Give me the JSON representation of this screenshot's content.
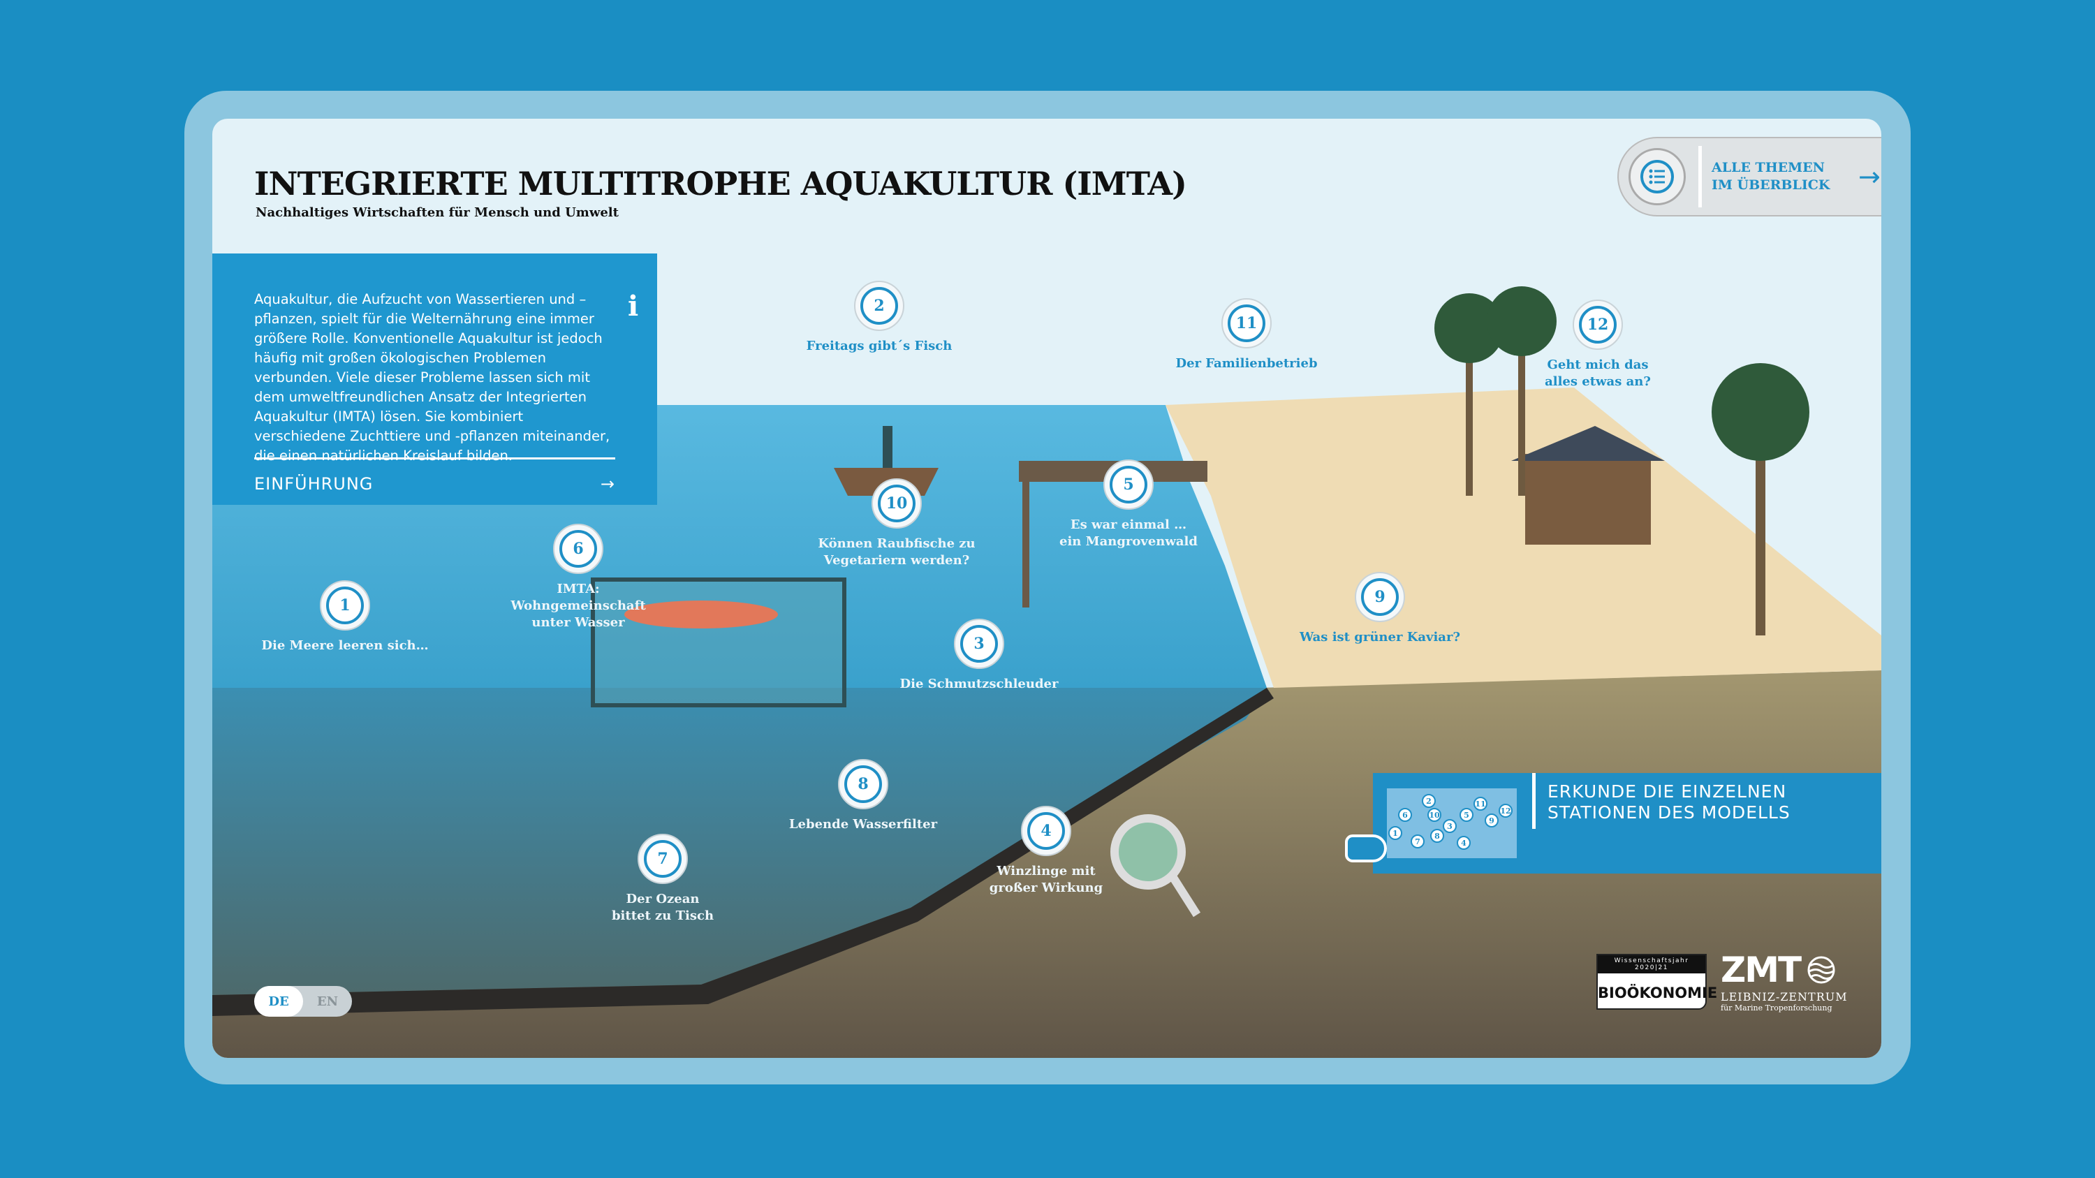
{
  "header": {
    "title": "INTEGRIERTE MULTITROPHE AQUAKULTUR (IMTA)",
    "subtitle": "Nachhaltiges Wirtschaften für Mensch und Umwelt"
  },
  "overview_button": {
    "icon": "list-icon",
    "label_line1": "ALLE THEMEN",
    "label_line2": "IM ÜBERBLICK",
    "arrow": "→"
  },
  "intro": {
    "text": "Aquakultur, die Aufzucht von Wassertieren und –pflanzen, spielt für die Welternährung eine immer größere Rolle. Konventionelle Aquakultur ist jedoch häufig mit großen ökologischen Problemen verbunden. Viele dieser Probleme lassen sich mit dem umweltfreundlichen Ansatz der Integrierten Aquakultur (IMTA) lösen. Sie kombiniert verschiedene Zuchttiere und -pflanzen miteinander, die einen natürlichen Kreislauf bilden.",
    "info_icon": "i",
    "link_label": "EINFÜHRUNG",
    "link_arrow": "→"
  },
  "stations": [
    {
      "number": "1",
      "label": "Die Meere leeren sich…"
    },
    {
      "number": "2",
      "label": "Freitags gibt´s Fisch"
    },
    {
      "number": "3",
      "label": "Die Schmutzschleuder"
    },
    {
      "number": "4",
      "label": "Winzlinge mit\ngroßer Wirkung"
    },
    {
      "number": "5",
      "label": "Es war einmal …\nein Mangrovenwald"
    },
    {
      "number": "6",
      "label": "IMTA:\nWohngemeinschaft\nunter Wasser"
    },
    {
      "number": "7",
      "label": "Der Ozean\nbittet zu Tisch"
    },
    {
      "number": "8",
      "label": "Lebende Wasserfilter"
    },
    {
      "number": "9",
      "label": "Was ist grüner Kaviar?"
    },
    {
      "number": "10",
      "label": "Können Raubfische zu\nVegetariern werden?"
    },
    {
      "number": "11",
      "label": "Der Familienbetrieb"
    },
    {
      "number": "12",
      "label": "Geht mich das\nalles etwas an?"
    }
  ],
  "explore": {
    "line1": "ERKUNDE DIE EINZELNEN",
    "line2": "STATIONEN DES MODELLS"
  },
  "language": {
    "de": "DE",
    "en": "EN",
    "active": "DE"
  },
  "logos": {
    "bio_top": "Wissenschaftsjahr 2020|21",
    "bio_main": "BIOÖKONOMIE",
    "zmt_main": "ZMT",
    "zmt_line1": "LEIBNIZ-ZENTRUM",
    "zmt_line2": "für Marine Tropenforschung"
  },
  "colors": {
    "background": "#1a8ec3",
    "accent": "#1f8fc6",
    "frame": "#8cc6df",
    "sky": "#e3f2f8",
    "sand": "#efdcb4",
    "ground": "#7a6c52"
  }
}
